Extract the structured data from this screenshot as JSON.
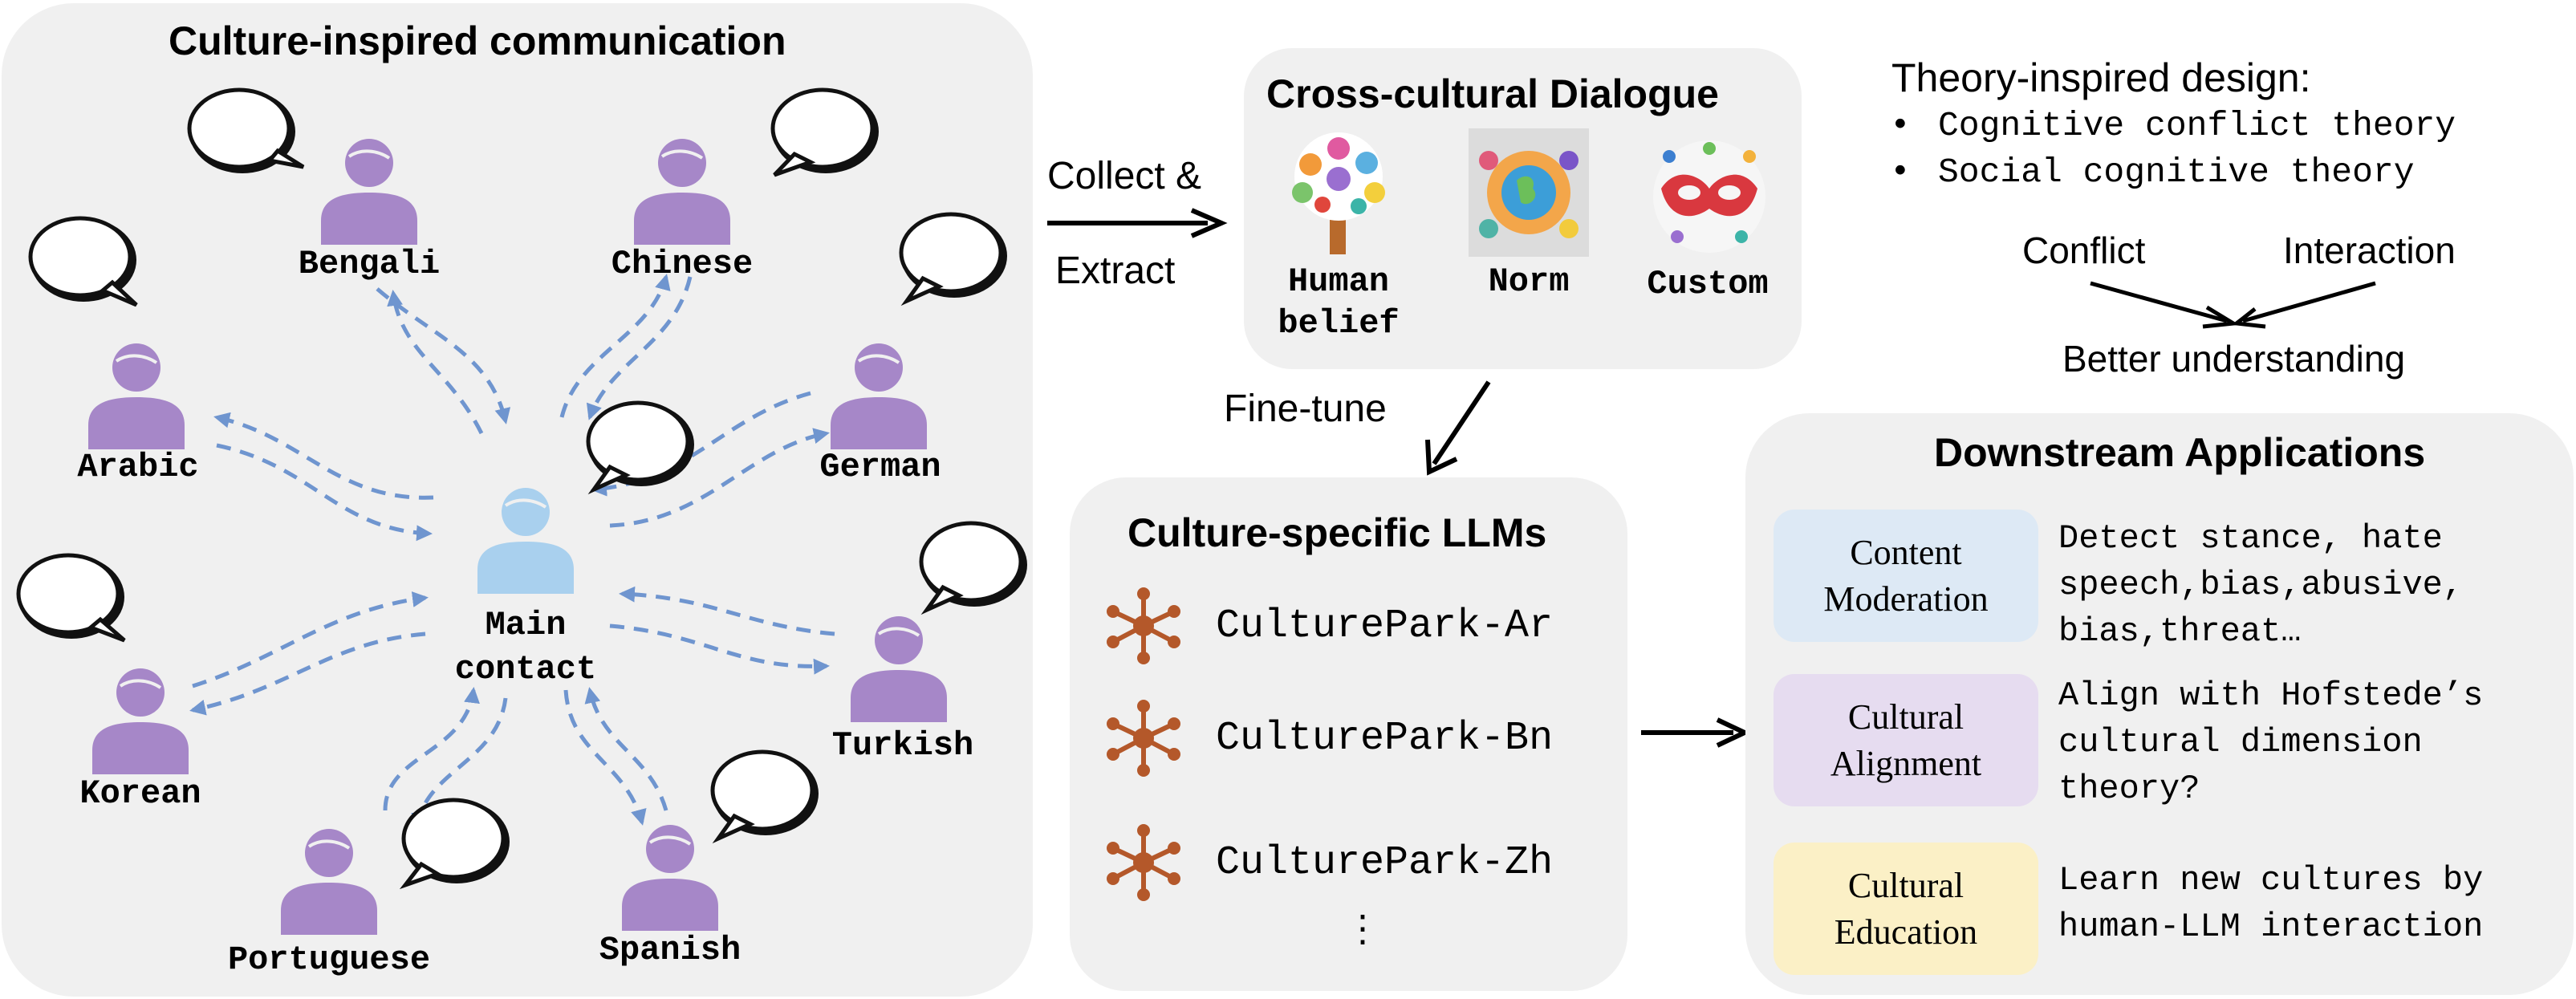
{
  "left_panel": {
    "title": "Culture-inspired communication",
    "main_contact_line1": "Main",
    "main_contact_line2": "contact",
    "languages": {
      "bengali": "Bengali",
      "chinese": "Chinese",
      "arabic": "Arabic",
      "german": "German",
      "korean": "Korean",
      "turkish": "Turkish",
      "portuguese": "Portuguese",
      "spanish": "Spanish"
    }
  },
  "collect_label_1": "Collect &",
  "collect_label_2": "Extract",
  "dialogue_panel": {
    "title": "Cross-cultural Dialogue",
    "items": [
      {
        "label_1": "Human",
        "label_2": "belief"
      },
      {
        "label_1": "Norm",
        "label_2": ""
      },
      {
        "label_1": "Custom",
        "label_2": ""
      }
    ]
  },
  "finetune_label": "Fine-tune",
  "llm_panel": {
    "title": "Culture-specific LLMs",
    "models": [
      "CulturePark-Ar",
      "CulturePark-Bn",
      "CulturePark-Zh"
    ],
    "ellipsis": "⋮"
  },
  "theory": {
    "title": "Theory-inspired design:",
    "bullet": "•",
    "items": [
      "Cognitive conflict theory",
      "Social cognitive theory"
    ],
    "conflict": "Conflict",
    "interaction": "Interaction",
    "result": "Better understanding"
  },
  "apps_panel": {
    "title": "Downstream Applications",
    "apps": [
      {
        "label_1": "Content",
        "label_2": "Moderation",
        "desc": "Detect stance, hate\nspeech,bias,abusive,\nbias,threat…",
        "color": "#dde9f5"
      },
      {
        "label_1": "Cultural",
        "label_2": "Alignment",
        "desc": "Align with Hofstede’s\ncultural dimension\ntheory?",
        "color": "#e6dcf0"
      },
      {
        "label_1": "Cultural",
        "label_2": "Education",
        "desc": "Learn new cultures by\nhuman-LLM interaction",
        "color": "#fbf0c6"
      }
    ]
  },
  "colors": {
    "panel_bg": "#f0f0f0",
    "person_purple": "#a687c8",
    "main_contact_blue": "#a9d0ee",
    "dashed_arrow": "#6f95cf",
    "llm_icon": "#b4582a"
  }
}
